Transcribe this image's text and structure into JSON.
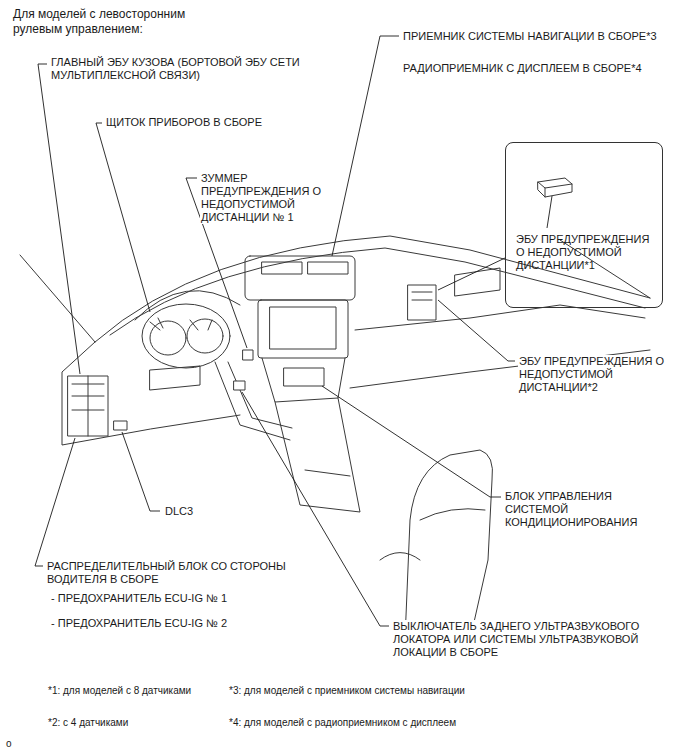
{
  "diagram": {
    "title": "Для моделей с левосторонним рулевым управлением:",
    "nodes": [
      {
        "text": [
          "ЭБУ ПРЕДУПРЕЖДЕНИЯ О НЕДОПУСТИМОЙ ДИСТАНЦИИ*1"
        ]
      }
    ],
    "labels": [
      "ГЛАВНЫЙ ЭБУ КУЗОВА (БОРТОВОЙ ЭБУ СЕТИ МУЛЬТИПЛЕКСНОЙ СВЯЗИ)",
      "ЩИТОК ПРИБОРОВ В СБОРЕ",
      "ЗУММЕР ПРЕДУПРЕЖДЕНИЯ О НЕДОПУСТИМОЙ ДИСТАНЦИИ № 1",
      "ПРИЕМНИК СИСТЕМЫ НАВИГАЦИИ В СБОРЕ*3",
      "РАДИОПРИЕМНИК С ДИСПЛЕЕМ В СБОРЕ*4",
      "ЭБУ ПРЕДУПРЕЖДЕНИЯ О НЕДОПУСТИМОЙ ДИСТАНЦИИ*2",
      "DLC3",
      "БЛОК УПРАВЛЕНИЯ СИСТЕМОЙ КОНДИЦИОНИРОВАНИЯ",
      "РАСПРЕДЕЛИТЕЛЬНЫЙ БЛОК СО СТОРОНЫ ВОДИТЕЛЯ В СБОРЕ",
      "- ПРЕДОХРАНИТЕЛЬ ECU-IG № 1",
      "- ПРЕДОХРАНИТЕЛЬ ECU-IG № 2",
      "ВЫКЛЮЧАТЕЛЬ ЗАДНЕГО УЛЬТРАЗВУКОВОГО ЛОКАТОРА ИЛИ СИСТЕМЫ УЛЬТРАЗВУКОВОЙ ЛОКАЦИИ В СБОРЕ",
      "*1: для моделей с 8 датчиками",
      "*3: для моделей с приемником системы навигации",
      "*2: с 4 датчиками",
      "*4: для моделей с радиоприемником с дисплеем",
      "o"
    ]
  }
}
